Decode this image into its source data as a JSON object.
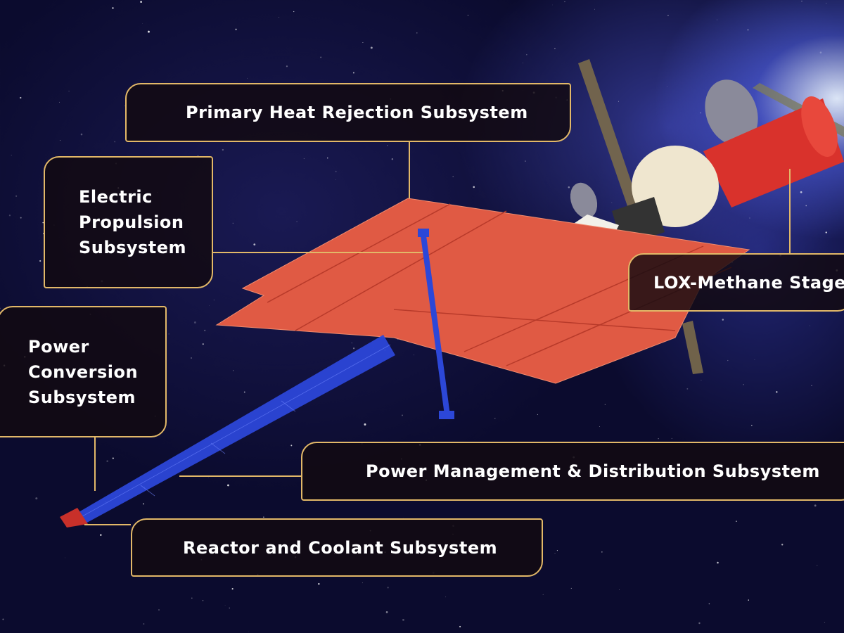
{
  "labels": {
    "primary_heat_rejection": "Primary Heat Rejection Subsystem",
    "electric_propulsion": [
      "Electric",
      "Propulsion",
      "Subsystem"
    ],
    "power_conversion": [
      "Power",
      "Conversion",
      "Subsystem"
    ],
    "lox_methane": "LOX-Methane Stage",
    "power_management": "Power Management & Distribution Subsystem",
    "reactor_coolant": "Reactor and Coolant Subsystem"
  },
  "colors": {
    "border": "#e2b868",
    "radiator": "#e05a44",
    "truss": "#2c47d8",
    "tank": "#d9322c"
  }
}
